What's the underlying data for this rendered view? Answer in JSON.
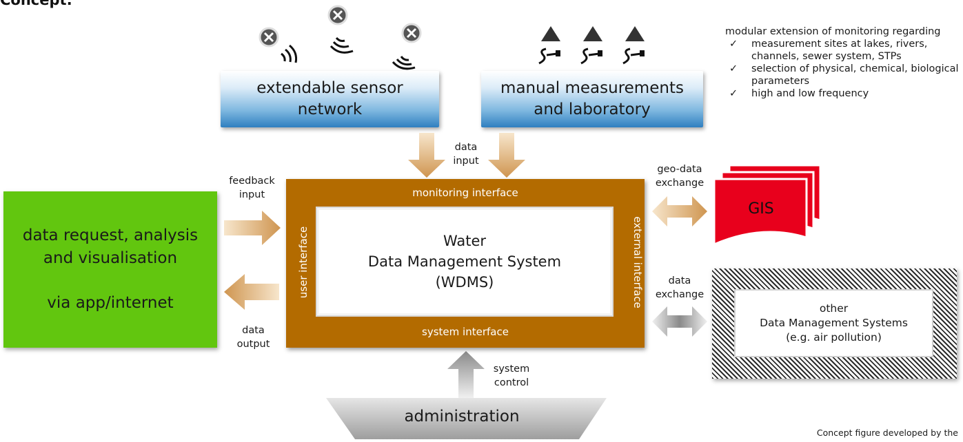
{
  "title": "Concept:",
  "sensor_box": {
    "label": "extendable sensor\nnetwork"
  },
  "manual_box": {
    "label": "manual measurements\nand laboratory"
  },
  "notes": {
    "intro": "modular extension of monitoring regarding",
    "items": [
      "measurement sites at lakes, rivers, channels, sewer system, STPs",
      "selection of physical, chemical, biological parameters",
      "high and low frequency"
    ]
  },
  "labels": {
    "data_input": "data\ninput",
    "feedback_input": "feedback\ninput",
    "data_output": "data\noutput",
    "geo_data_exchange": "geo-data\nexchange",
    "data_exchange": "data\nexchange",
    "system_control": "system\ncontrol"
  },
  "wdms": {
    "title": "Water\nData Management System\n(WDMS)",
    "monitoring_interface": "monitoring interface",
    "system_interface": "system interface",
    "user_interface": "user interface",
    "external_interface": "external interface"
  },
  "user_box": {
    "line1": "data request, analysis",
    "line2": "and visualisation",
    "line3": "via  app/internet"
  },
  "gis": {
    "label": "GIS"
  },
  "other_dms": {
    "label": "other\nData Management Systems\n(e.g. air pollution)"
  },
  "admin": {
    "label": "administration"
  },
  "credit": "Concept figure developed by the",
  "colors": {
    "wdms": "#b36b00",
    "user_box": "#62c60f",
    "gis": "#e8001c",
    "blue_box": "#2f7fc0",
    "arrow_orange": "#d9a460",
    "arrow_gray": "#8a8a8a"
  }
}
